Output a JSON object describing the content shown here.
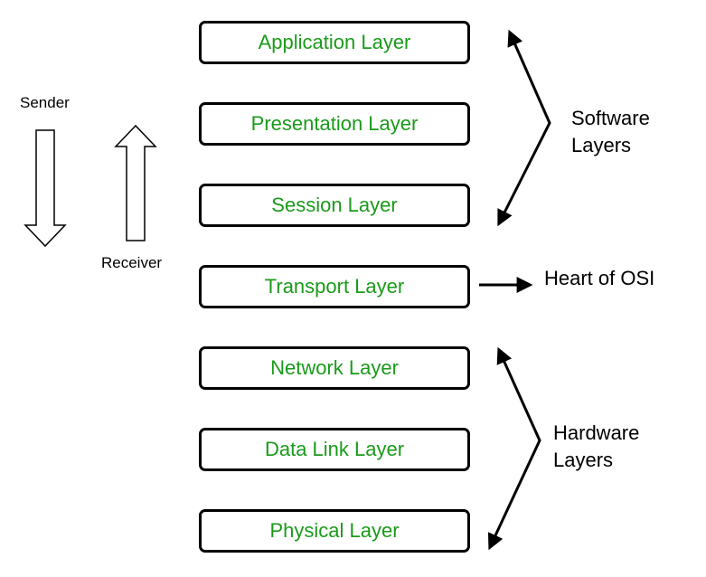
{
  "layers": [
    {
      "label": "Application Layer"
    },
    {
      "label": "Presentation Layer"
    },
    {
      "label": "Session Layer"
    },
    {
      "label": "Transport Layer"
    },
    {
      "label": "Network Layer"
    },
    {
      "label": "Data Link Layer"
    },
    {
      "label": "Physical Layer"
    }
  ],
  "flow": {
    "sender_label": "Sender",
    "receiver_label": "Receiver"
  },
  "groups": {
    "software_line1": "Software",
    "software_line2": "Layers",
    "hardware_line1": "Hardware",
    "hardware_line2": "Layers"
  },
  "callout": {
    "heart_label": "Heart of OSI"
  },
  "colors": {
    "layer_text": "#1a9b1a",
    "border": "#000000"
  }
}
